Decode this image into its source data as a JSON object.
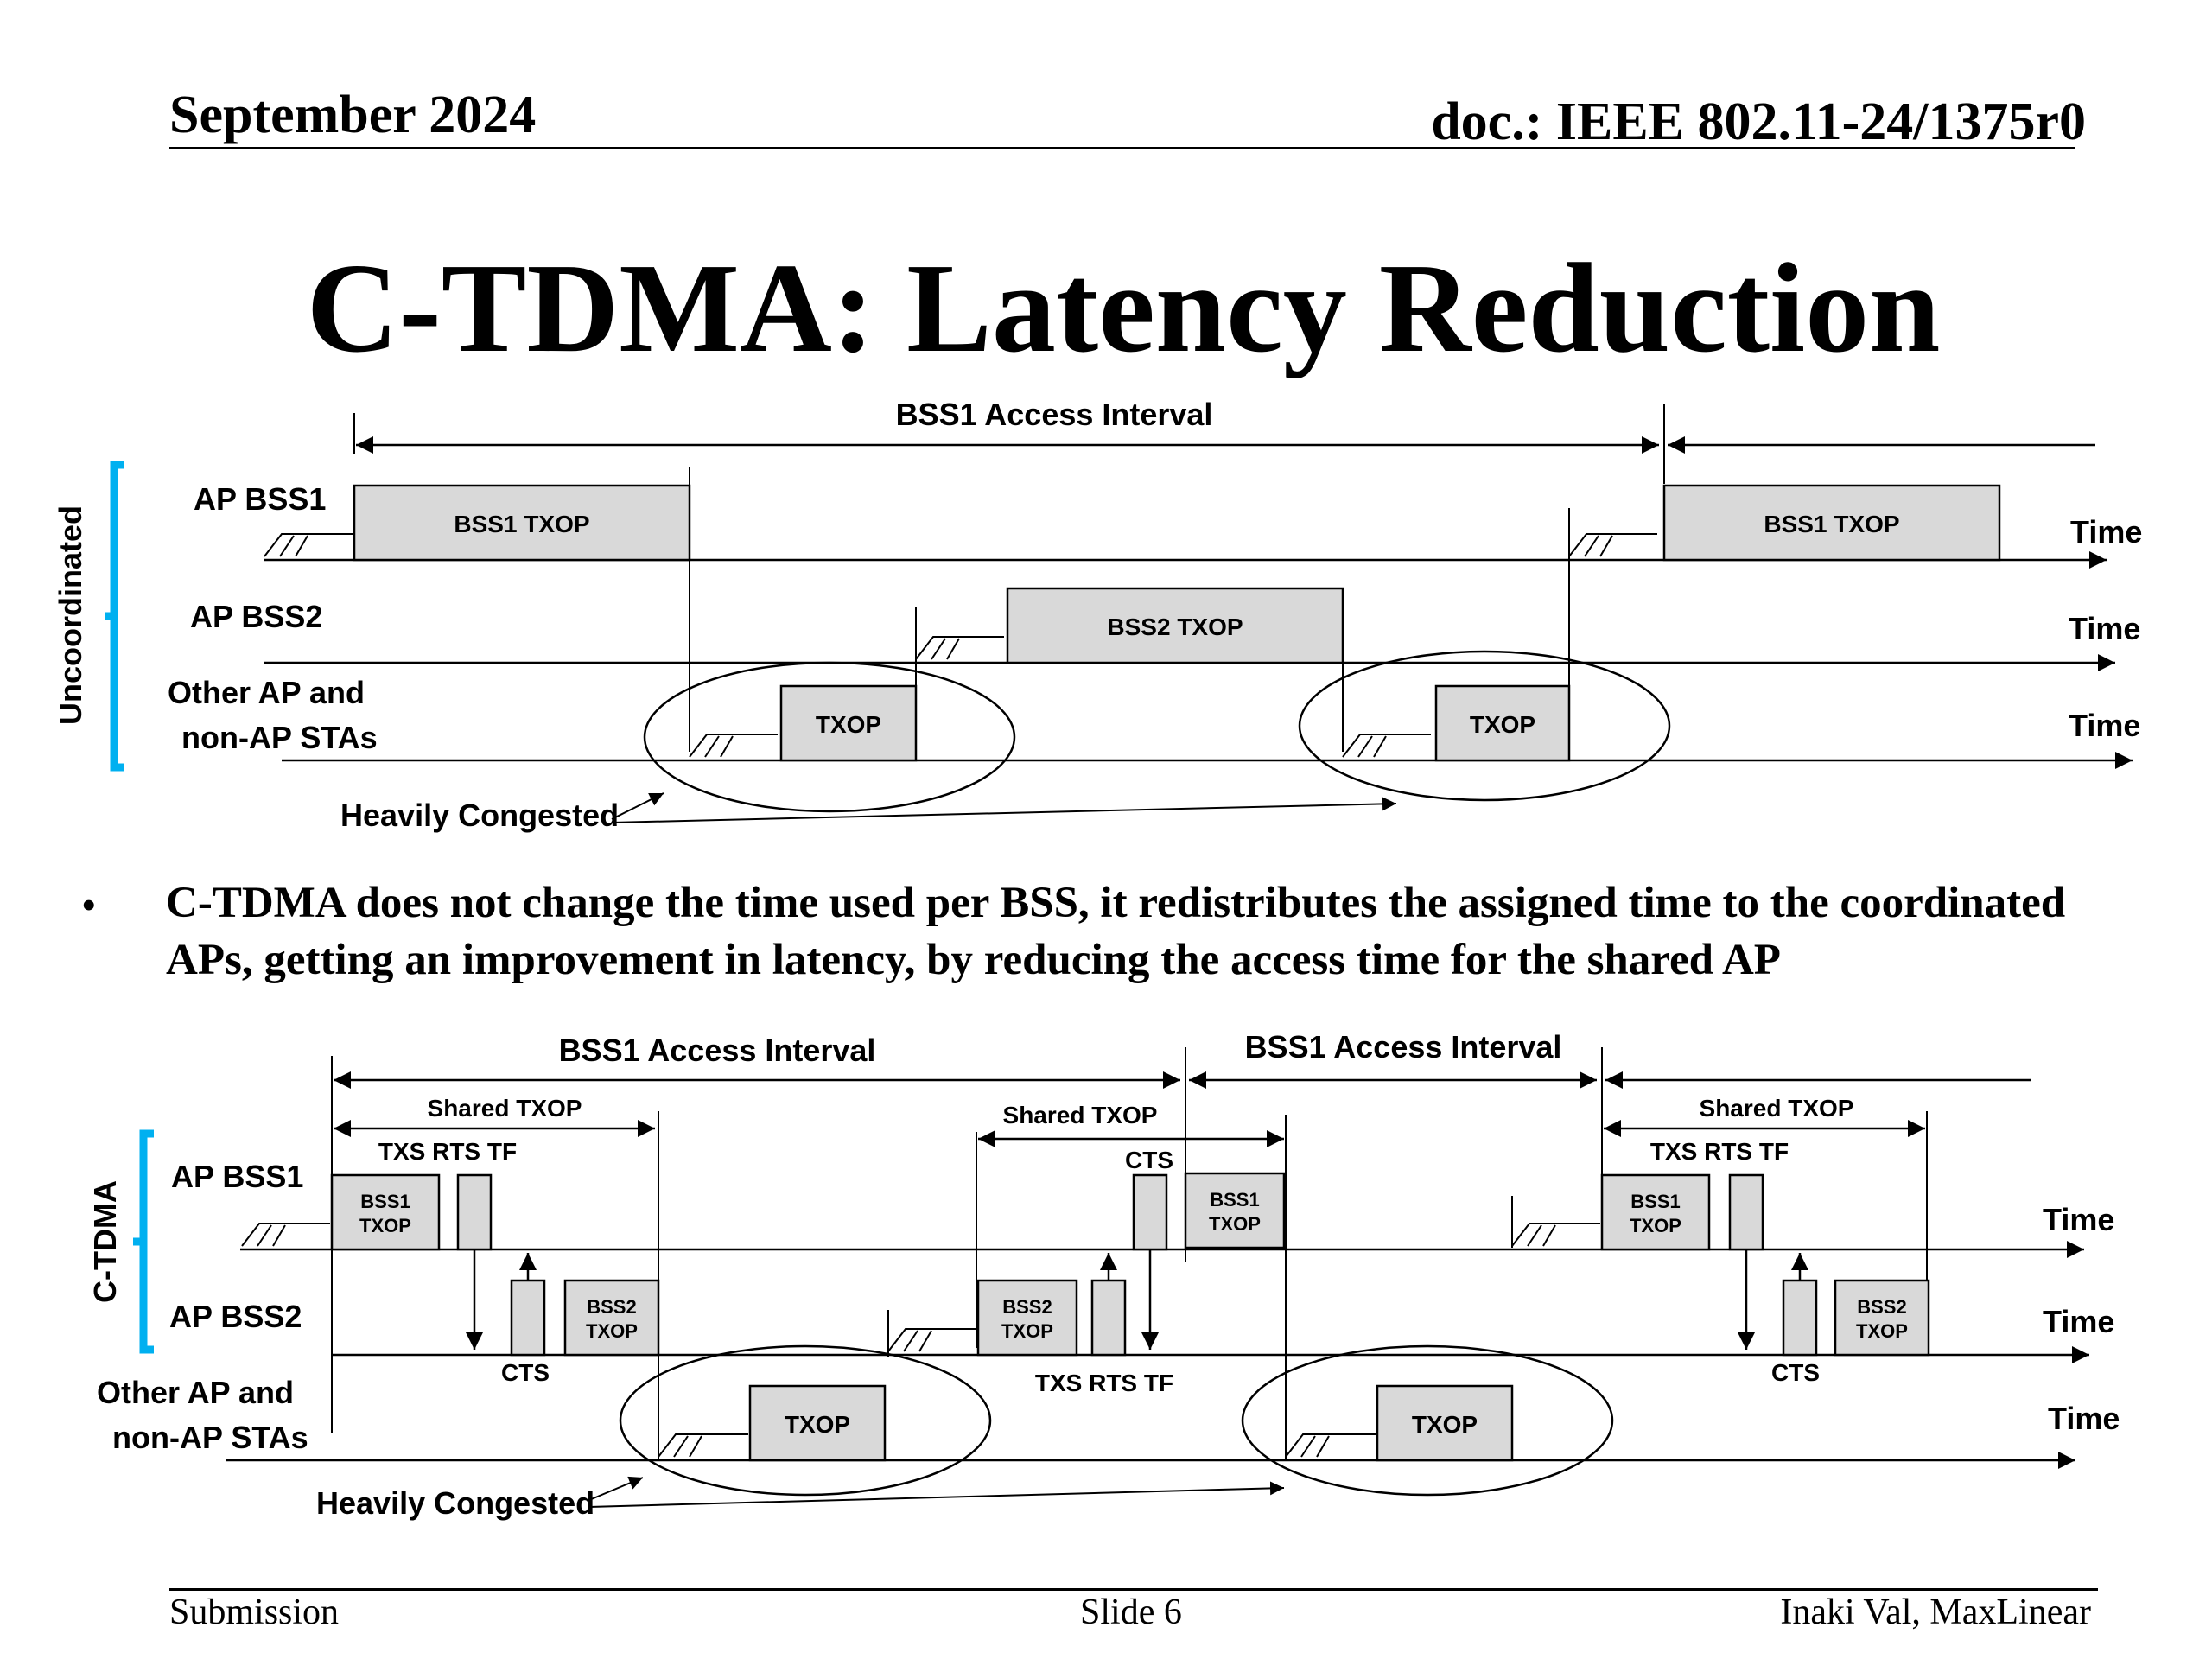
{
  "header": {
    "date": "September 2024",
    "doc": "doc.: IEEE 802.11-24/1375r0"
  },
  "title": "C-TDMA: Latency Reduction",
  "bullet": "C-TDMA does not change the time used per BSS, it redistributes the assigned time to the coordinated APs, getting an improvement in latency, by reducing the access time for the shared AP",
  "footer": {
    "left": "Submission",
    "center": "Slide 6",
    "right": "Inaki Val, MaxLinear"
  },
  "colors": {
    "box_fill": "#d9d9d9",
    "bracket": "#00b0f0"
  },
  "diagram_top": {
    "side_label": "Uncoordinated",
    "access_interval": "BSS1 Access Interval",
    "rows": {
      "ap1": "AP BSS1",
      "ap2": "AP BSS2",
      "other_1": "Other AP and",
      "other_2": "non-AP STAs"
    },
    "time": "Time",
    "bss1_txop": "BSS1 TXOP",
    "bss2_txop": "BSS2 TXOP",
    "txop": "TXOP",
    "congested": "Heavily Congested"
  },
  "diagram_bottom": {
    "side_label": "C-TDMA",
    "access_interval": "BSS1 Access Interval",
    "shared_txop": "Shared TXOP",
    "txs_rts_tf": "TXS RTS TF",
    "cts": "CTS",
    "rows": {
      "ap1": "AP BSS1",
      "ap2": "AP BSS2",
      "other_1": "Other AP and",
      "other_2": "non-AP STAs"
    },
    "time": "Time",
    "bss1": "BSS1",
    "bss2": "BSS2",
    "txop": "TXOP",
    "congested": "Heavily Congested"
  }
}
